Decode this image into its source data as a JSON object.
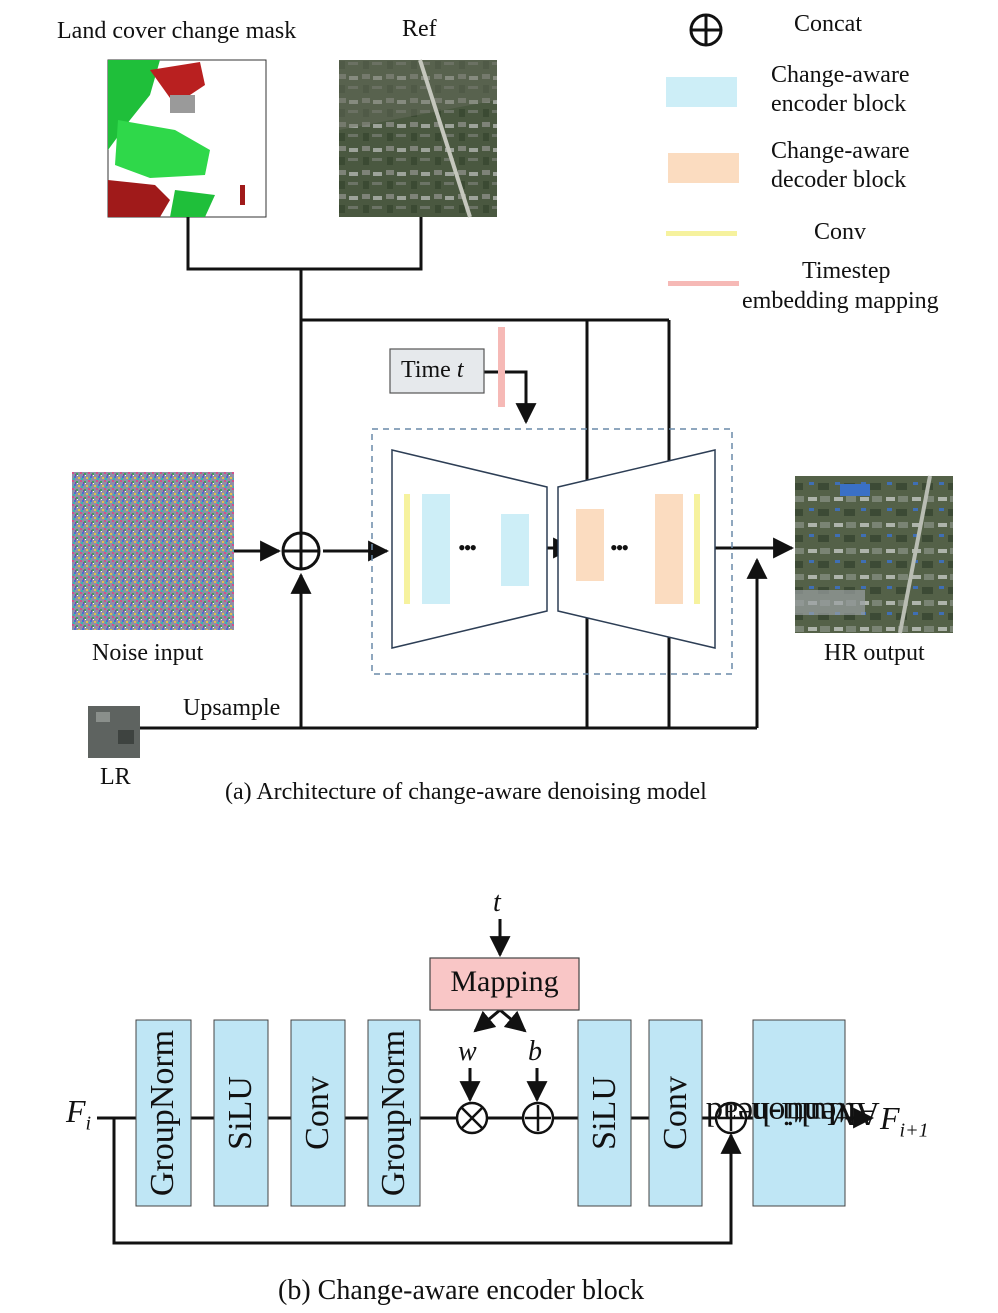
{
  "top": {
    "mask_label": "Land cover change mask",
    "ref_label": "Ref",
    "time_label_prefix": "Time ",
    "time_label_var": "t",
    "noise_label": "Noise input",
    "hr_label": "HR output",
    "upsample_label": "Upsample",
    "lr_label": "LR",
    "caption": "(a) Architecture of change-aware denoising model",
    "ellipsis": "•••"
  },
  "legend": {
    "concat": "Concat",
    "encoder": [
      "Change-aware",
      "encoder block"
    ],
    "decoder": [
      "Change-aware",
      "decoder block"
    ],
    "conv": "Conv",
    "timestep": [
      "Timestep",
      "embedding mapping"
    ]
  },
  "bottom": {
    "t_label": "t",
    "mapping_label": "Mapping",
    "w_label": "w",
    "b_label": "b",
    "fi_label": "F",
    "fi_sub": "i",
    "fi1_label": "F",
    "fi1_sub": "i+1",
    "blocks": [
      "GroupNorm",
      "SiLU",
      "Conv",
      "GroupNorm",
      "SiLU",
      "Conv"
    ],
    "attention": [
      "Multi-head",
      "Attention"
    ],
    "caption": "(b) Change-aware encoder block"
  },
  "colors": {
    "encoder": "#cdeef7",
    "decoder": "#fbdcc0",
    "conv": "#f6f29e",
    "timestep": "#f6b9b6",
    "mapping": "#f9c6c6",
    "block": "#bfe6f5",
    "timebox": "#e6e9ec",
    "dashed": "#6a8aa8"
  }
}
